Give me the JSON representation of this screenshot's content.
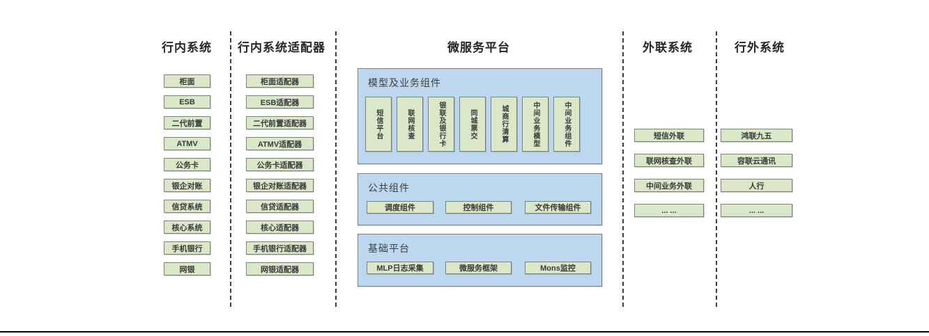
{
  "colors": {
    "box_fill_green": "#dbe7c9",
    "box_border": "#7f7f7f",
    "group_fill_blue": "#bdd7ee",
    "text": "#3a3a3a"
  },
  "headers": {
    "col1": "行内系统",
    "col2": "行内系统适配器",
    "col3": "微服务平台",
    "col4": "外联系统",
    "col5": "行外系统"
  },
  "internal_systems": {
    "items": [
      "柜面",
      "ESB",
      "二代前置",
      "ATMV",
      "公务卡",
      "银企对账",
      "信贷系统",
      "核心系统",
      "手机银行",
      "网银"
    ]
  },
  "adapters": {
    "items": [
      "柜面适配器",
      "ESB适配器",
      "二代前置适配器",
      "ATMV适配器",
      "公务卡适配器",
      "银企对账适配器",
      "信贷适配器",
      "核心适配器",
      "手机银行适配器",
      "网银适配器"
    ]
  },
  "platform": {
    "model_group": {
      "label": "模型及业务组件",
      "items": [
        "短信平台",
        "联网核查",
        "银联及银行卡",
        "同城票交",
        "城商行清算",
        "中间业务模型",
        "中间业务组件"
      ]
    },
    "common_group": {
      "label": "公共组件",
      "items": [
        "调度组件",
        "控制组件",
        "文件传输组件"
      ]
    },
    "base_group": {
      "label": "基础平台",
      "items": [
        "MLP日志采集",
        "微服务框架",
        "Mons监控"
      ]
    }
  },
  "external_links": {
    "items": [
      "短信外联",
      "联网核查外联",
      "中间业务外联",
      "... ..."
    ]
  },
  "outside_systems": {
    "items": [
      "鸿联九五",
      "容联云通讯",
      "人行",
      "... ..."
    ]
  }
}
